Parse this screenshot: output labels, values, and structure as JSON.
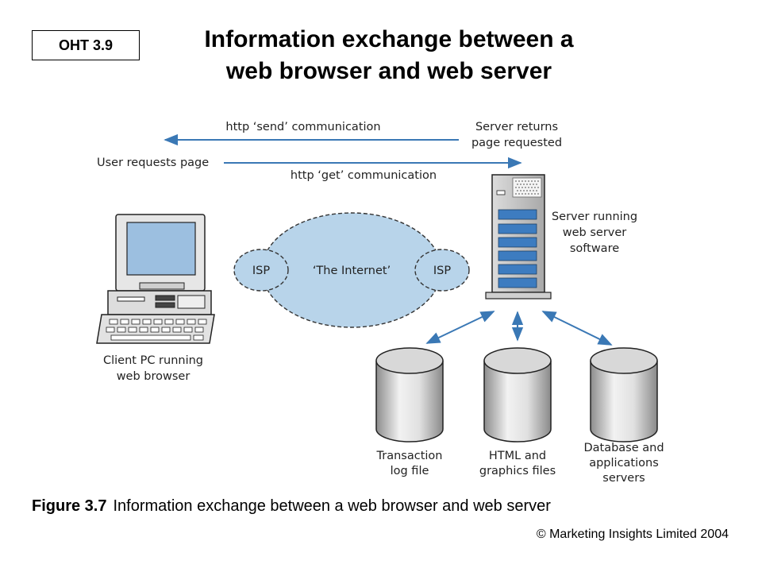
{
  "slide": {
    "label": "OHT 3.9",
    "title_line1": "Information exchange between a",
    "title_line2": "web browser and web server"
  },
  "diagram": {
    "send_label": "http ‘send’ communication",
    "server_returns": [
      "Server returns",
      "page requested"
    ],
    "user_requests": "User requests page",
    "get_label": "http ‘get’ communication",
    "isp_left": "ISP",
    "internet": "‘The Internet’",
    "isp_right": "ISP",
    "server_label": [
      "Server running",
      "web server",
      "software"
    ],
    "client_label": [
      "Client PC running",
      "web browser"
    ],
    "db1": [
      "Transaction",
      "log file"
    ],
    "db2": [
      "HTML and",
      "graphics files"
    ],
    "db3": [
      "Database and",
      "applications",
      "servers"
    ]
  },
  "caption": {
    "figure_no": "Figure 3.7",
    "text": "Information exchange between a web browser and web server"
  },
  "copyright": "© Marketing Insights Limited 2004",
  "colors": {
    "arrow": "#3a78b5",
    "cloud": "#b8d4ea",
    "screen": "#9cbfe0",
    "server_panel": "#3d7cc0"
  }
}
